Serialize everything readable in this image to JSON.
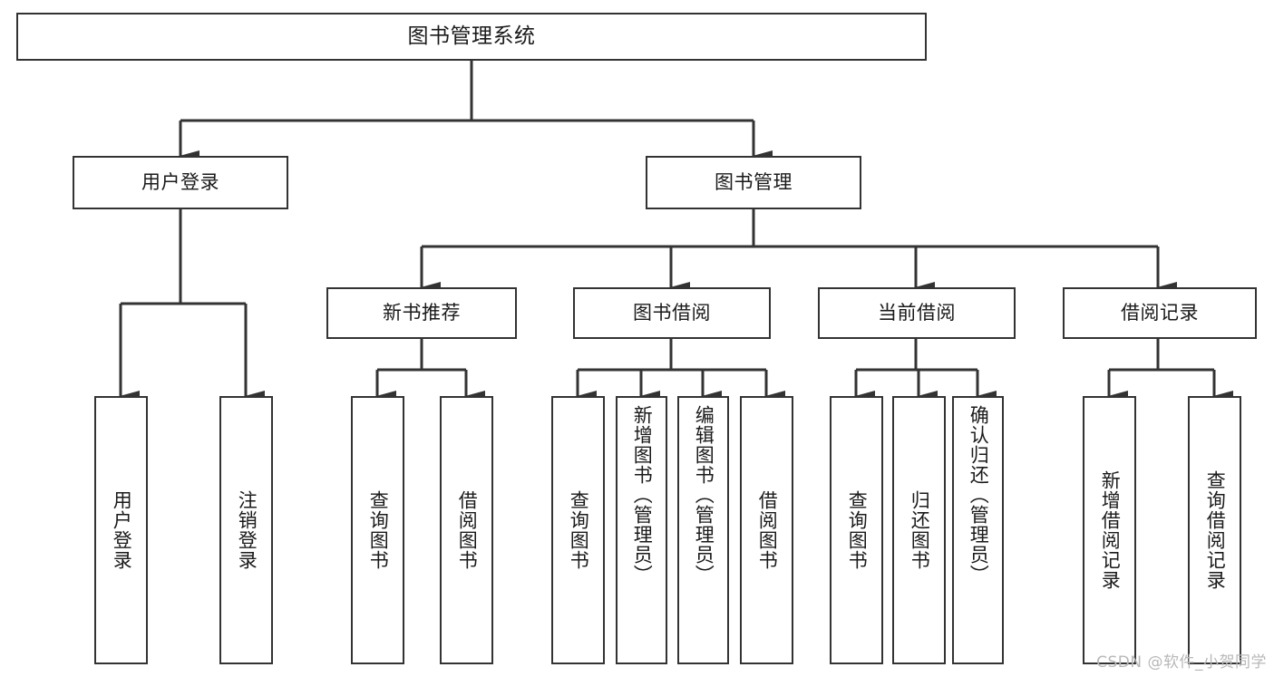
{
  "diagram": {
    "title": "图书管理系统",
    "watermark": "CSDN @软件_小贺同学",
    "line_color": "#333333",
    "box_border_color": "#333333",
    "box_fill_color": "#ffffff",
    "text_color": "#1a1a1a",
    "watermark_color": "#b8b8b8"
  },
  "root": {
    "label": "图书管理系统"
  },
  "level1": [
    {
      "label": "用户登录"
    },
    {
      "label": "图书管理"
    }
  ],
  "level2": [
    {
      "label": "新书推荐"
    },
    {
      "label": "图书借阅"
    },
    {
      "label": "当前借阅"
    },
    {
      "label": "借阅记录"
    }
  ],
  "leaves": {
    "user_login": [
      {
        "label": "用户登录"
      },
      {
        "label": "注销登录"
      }
    ],
    "new_book_recommend": [
      {
        "label": "查询图书"
      },
      {
        "label": "借阅图书"
      }
    ],
    "book_borrow": [
      {
        "label": "查询图书"
      },
      {
        "label": "新增图书（管理员）"
      },
      {
        "label": "编辑图书（管理员）"
      },
      {
        "label": "借阅图书"
      }
    ],
    "current_borrow": [
      {
        "label": "查询图书"
      },
      {
        "label": "归还图书"
      },
      {
        "label": "确认归还（管理员）"
      }
    ],
    "borrow_record": [
      {
        "label": "新增借阅记录"
      },
      {
        "label": "查询借阅记录"
      }
    ]
  }
}
